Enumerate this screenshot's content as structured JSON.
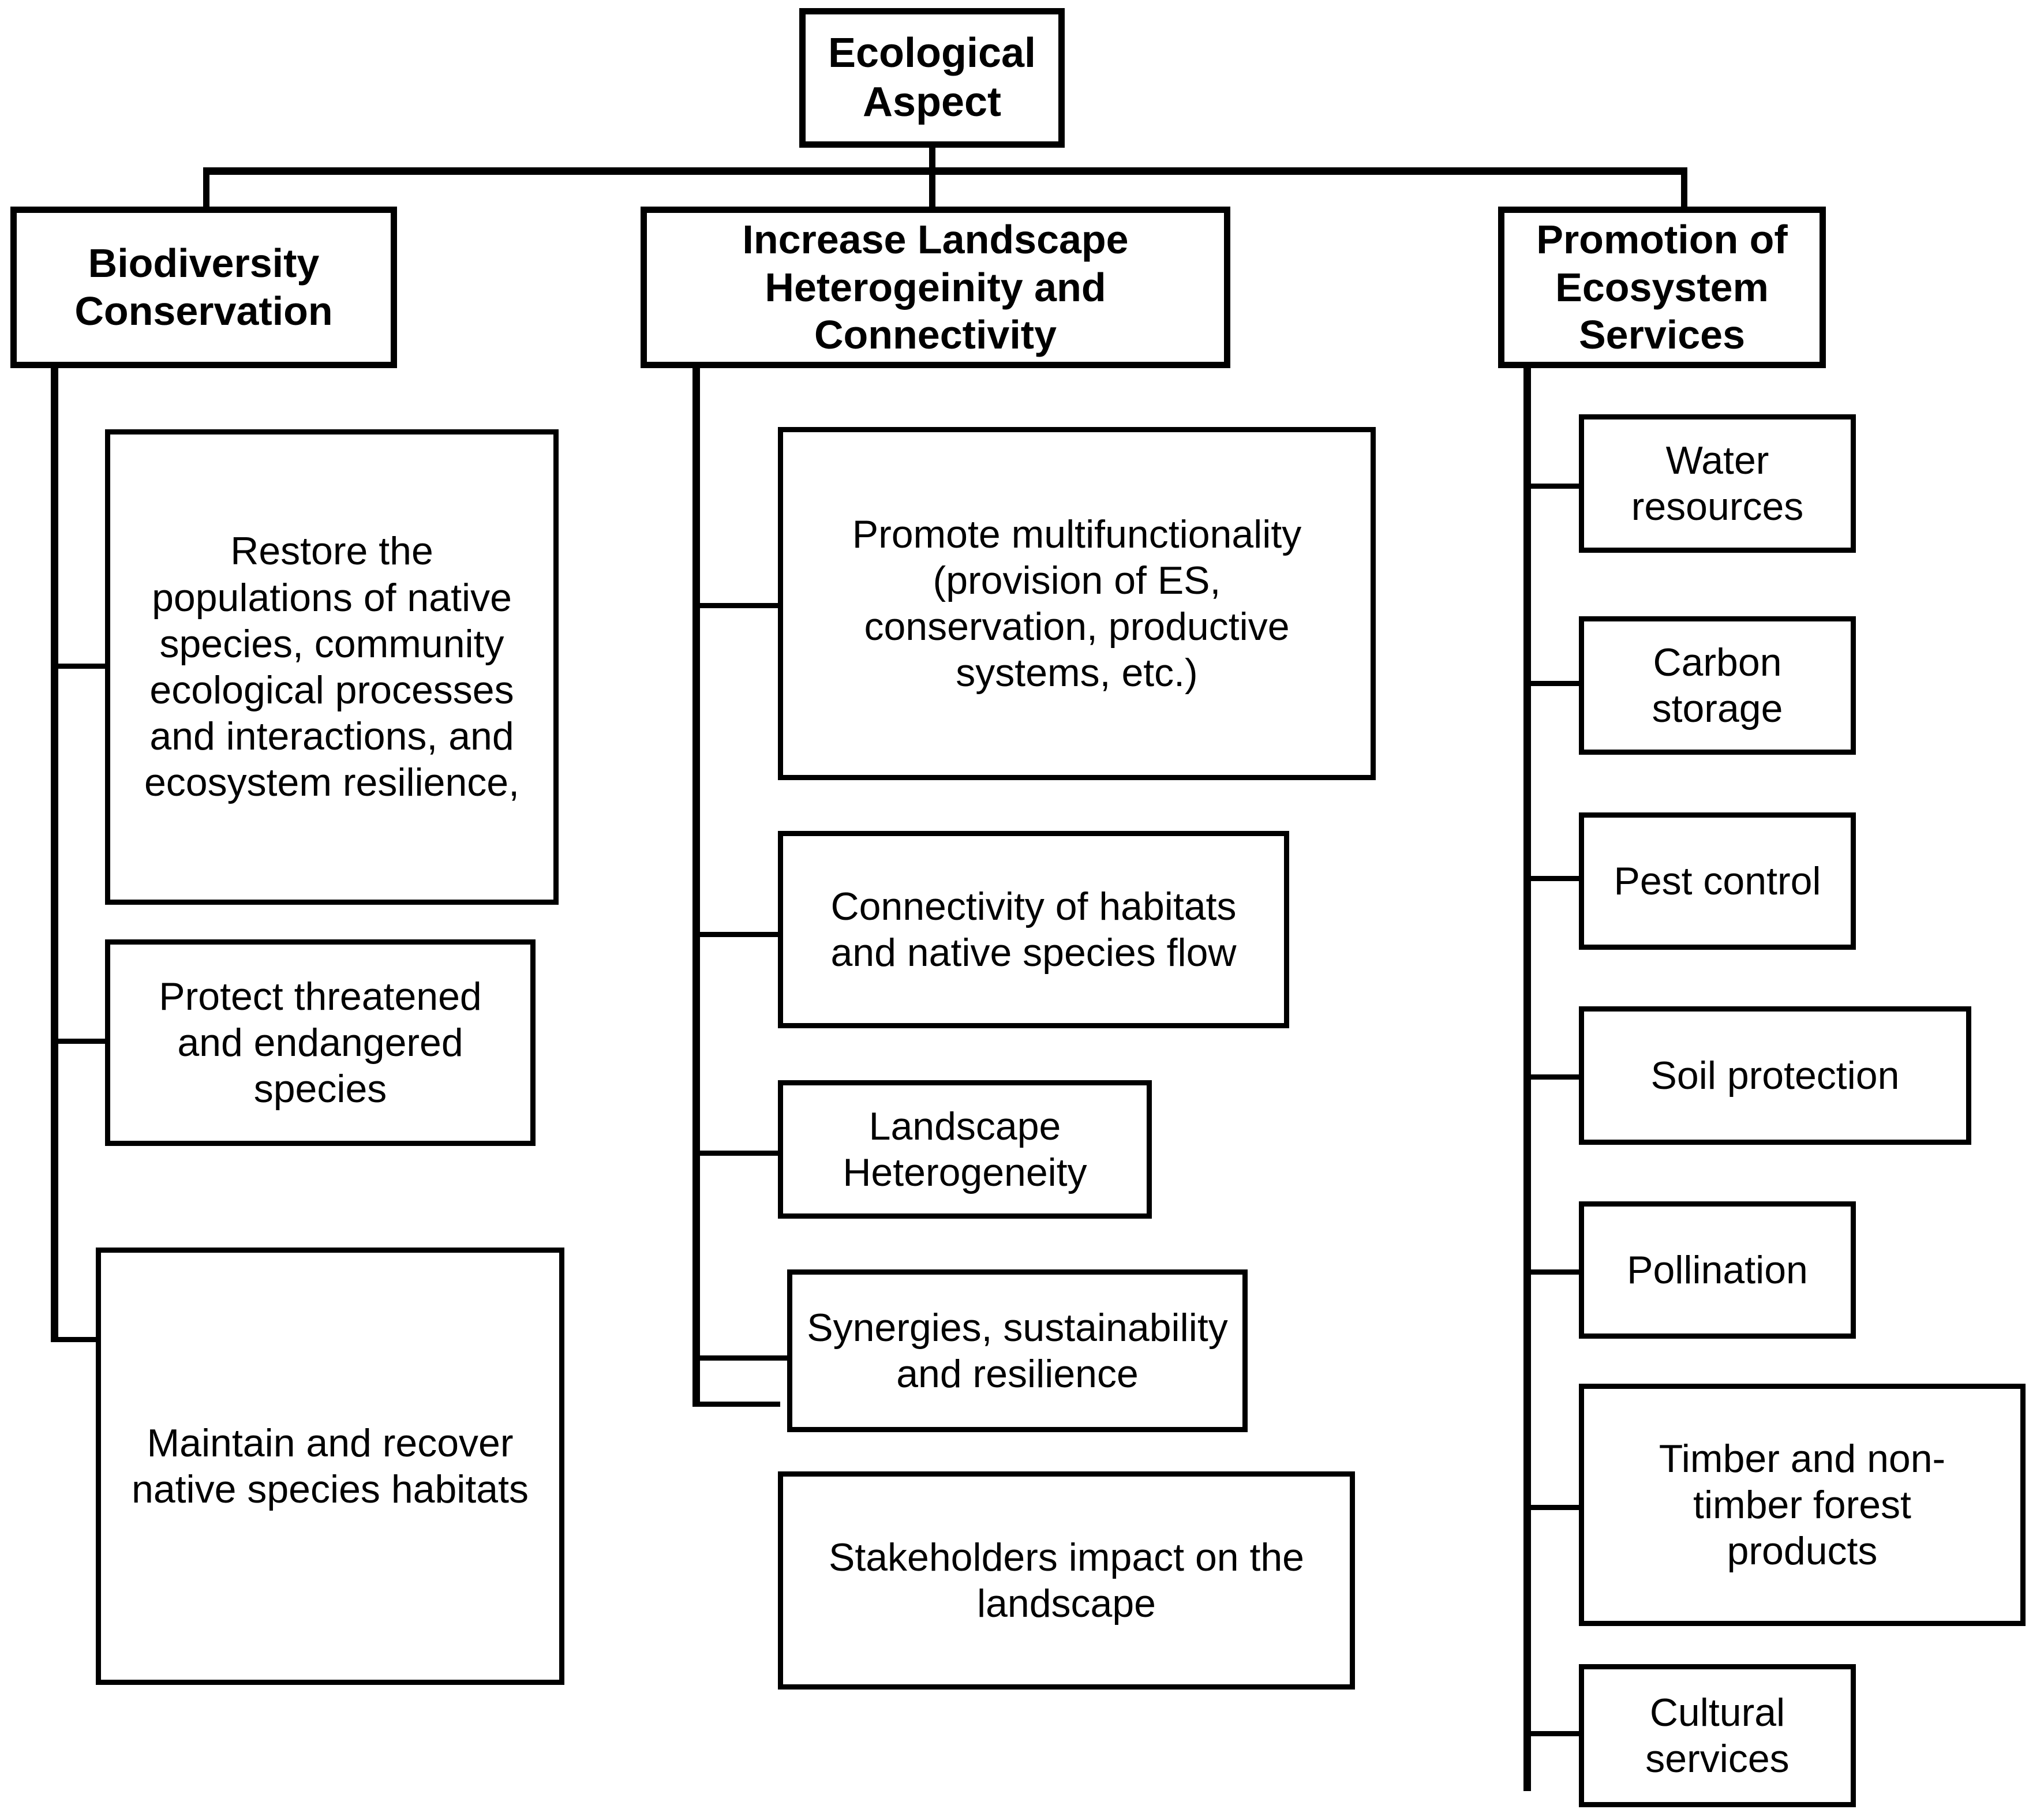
{
  "diagram": {
    "root": {
      "label": "Ecological\nAspect"
    },
    "branches": [
      {
        "id": "biodiversity-conservation",
        "label": "Biodiversity\nConservation",
        "children": [
          {
            "label": "Restore the\npopulations of native\nspecies, community\necological processes\nand interactions, and\necosystem  resilience,"
          },
          {
            "label": "Protect threatened\nand endangered\nspecies"
          },
          {
            "label": "Maintain and recover\nnative species habitats"
          }
        ]
      },
      {
        "id": "increase-landscape-heterogeinity-and-connectivity",
        "label": "Increase Landscape\nHeterogeinity and\nConnectivity",
        "children": [
          {
            "label": "Promote multifunctionality\n(provision of ES,\nconservation, productive\nsystems, etc.)"
          },
          {
            "label": "Connectivity of  habitats\nand native species flow"
          },
          {
            "label": "Landscape\nHeterogeneity"
          },
          {
            "label": "Synergies, sustainability\nand resilience"
          },
          {
            "label": "Stakeholders impact on the\nlandscape"
          }
        ]
      },
      {
        "id": "promotion-of-ecosystem-services",
        "label": "Promotion of\nEcosystem\nServices",
        "children": [
          {
            "label": "Water\nresources"
          },
          {
            "label": "Carbon\nstorage"
          },
          {
            "label": "Pest control"
          },
          {
            "label": "Soil protection"
          },
          {
            "label": "Pollination"
          },
          {
            "label": "Timber and non-\ntimber forest\nproducts"
          },
          {
            "label": "Cultural\nservices"
          }
        ]
      }
    ],
    "colors": {
      "stroke": "#000000",
      "fill": "#ffffff",
      "text": "#000000"
    }
  }
}
